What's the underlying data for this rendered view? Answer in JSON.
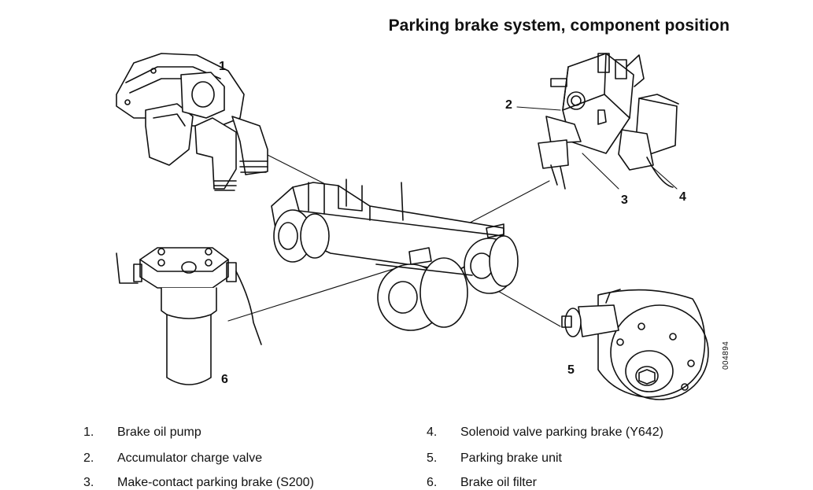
{
  "title": "Parking brake system, component position",
  "figure_id": "004894",
  "callouts": [
    "1",
    "2",
    "3",
    "4",
    "5",
    "6"
  ],
  "legend": {
    "left": [
      {
        "num": "1.",
        "text": "Brake oil pump"
      },
      {
        "num": "2.",
        "text": "Accumulator charge valve"
      },
      {
        "num": "3.",
        "text": "Make-contact parking brake (S200)"
      }
    ],
    "right": [
      {
        "num": "4.",
        "text": "Solenoid valve parking brake (Y642)"
      },
      {
        "num": "5.",
        "text": "Parking brake unit"
      },
      {
        "num": "6.",
        "text": "Brake oil filter"
      }
    ]
  }
}
